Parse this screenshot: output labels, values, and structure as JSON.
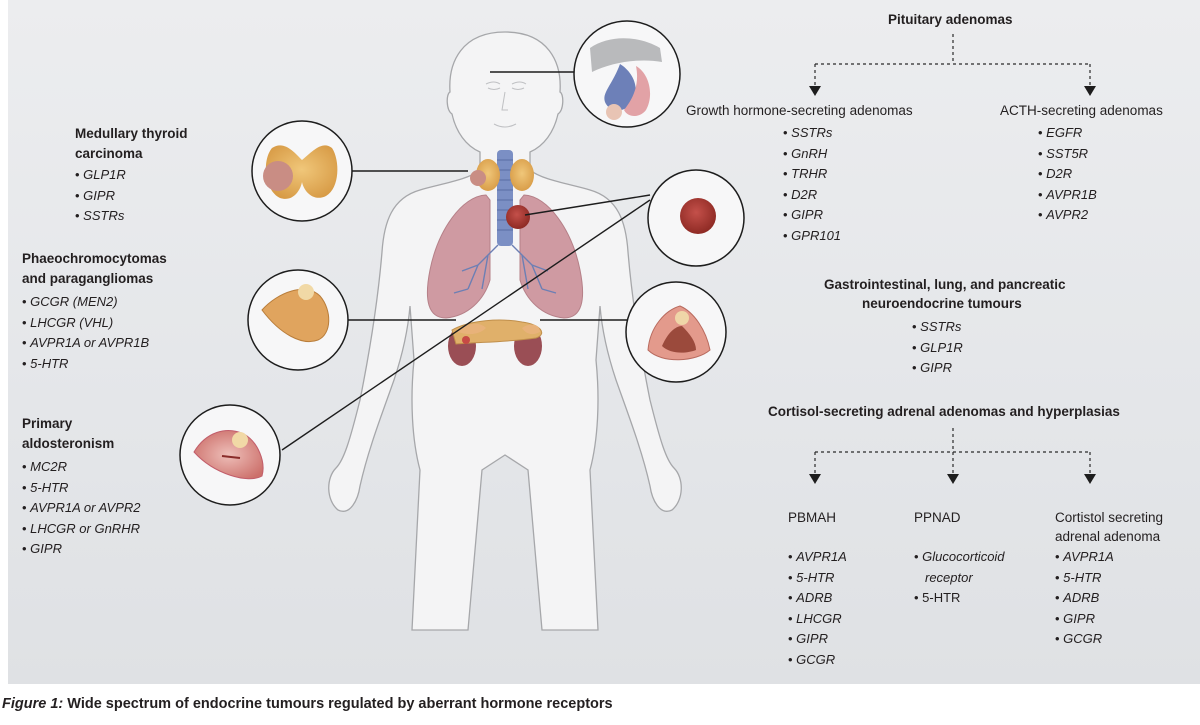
{
  "caption": {
    "figure_label": "Figure 1:",
    "text": " Wide spectrum of endocrine tumours regulated by aberrant hormone receptors"
  },
  "left": {
    "mtc": {
      "title_line1": "Medullary thyroid",
      "title_line2": "carcinoma",
      "items": [
        "GLP1R",
        "GIPR",
        "SSTRs"
      ]
    },
    "pheo": {
      "title_line1": "Phaeochromocytomas",
      "title_line2": "and paragangliomas",
      "items": [
        "GCGR (MEN2)",
        "LHCGR (VHL)",
        "AVPR1A or AVPR1B",
        "5-HTR"
      ]
    },
    "aldo": {
      "title_line1": "Primary",
      "title_line2": "aldosteronism",
      "items": [
        "MC2R",
        "5-HTR",
        "AVPR1A or AVPR2",
        "LHCGR or GnRHR",
        "GIPR"
      ]
    }
  },
  "right": {
    "pituitary": {
      "title": "Pituitary adenomas",
      "gh": {
        "title": "Growth hormone-secreting adenomas",
        "items": [
          "SSTRs",
          "GnRH",
          "TRHR",
          "D2R",
          "GIPR",
          "GPR101"
        ]
      },
      "acth": {
        "title": "ACTH-secreting adenomas",
        "items": [
          "EGFR",
          "SST5R",
          "D2R",
          "AVPR1B",
          "AVPR2"
        ]
      }
    },
    "gep": {
      "title_line1": "Gastrointestinal, lung, and pancreatic",
      "title_line2": "neuroendocrine tumours",
      "items": [
        "SSTRs",
        "GLP1R",
        "GIPR"
      ]
    },
    "cortisol": {
      "title": "Cortisol-secreting adrenal adenomas and hyperplasias",
      "pbmah": {
        "title": "PBMAH",
        "items": [
          "AVPR1A",
          "5-HTR",
          "ADRB",
          "LHCGR",
          "GIPR",
          "GCGR"
        ]
      },
      "ppnad": {
        "title": "PPNAD",
        "item1_line1": "Glucocorticoid",
        "item1_line2": "receptor",
        "item2": "5-HTR"
      },
      "adenoma": {
        "title_line1": "Cortistol secreting",
        "title_line2": "adrenal adenoma",
        "items": [
          "AVPR1A",
          "5-HTR",
          "ADRB",
          "GIPR",
          "GCGR"
        ]
      }
    }
  }
}
